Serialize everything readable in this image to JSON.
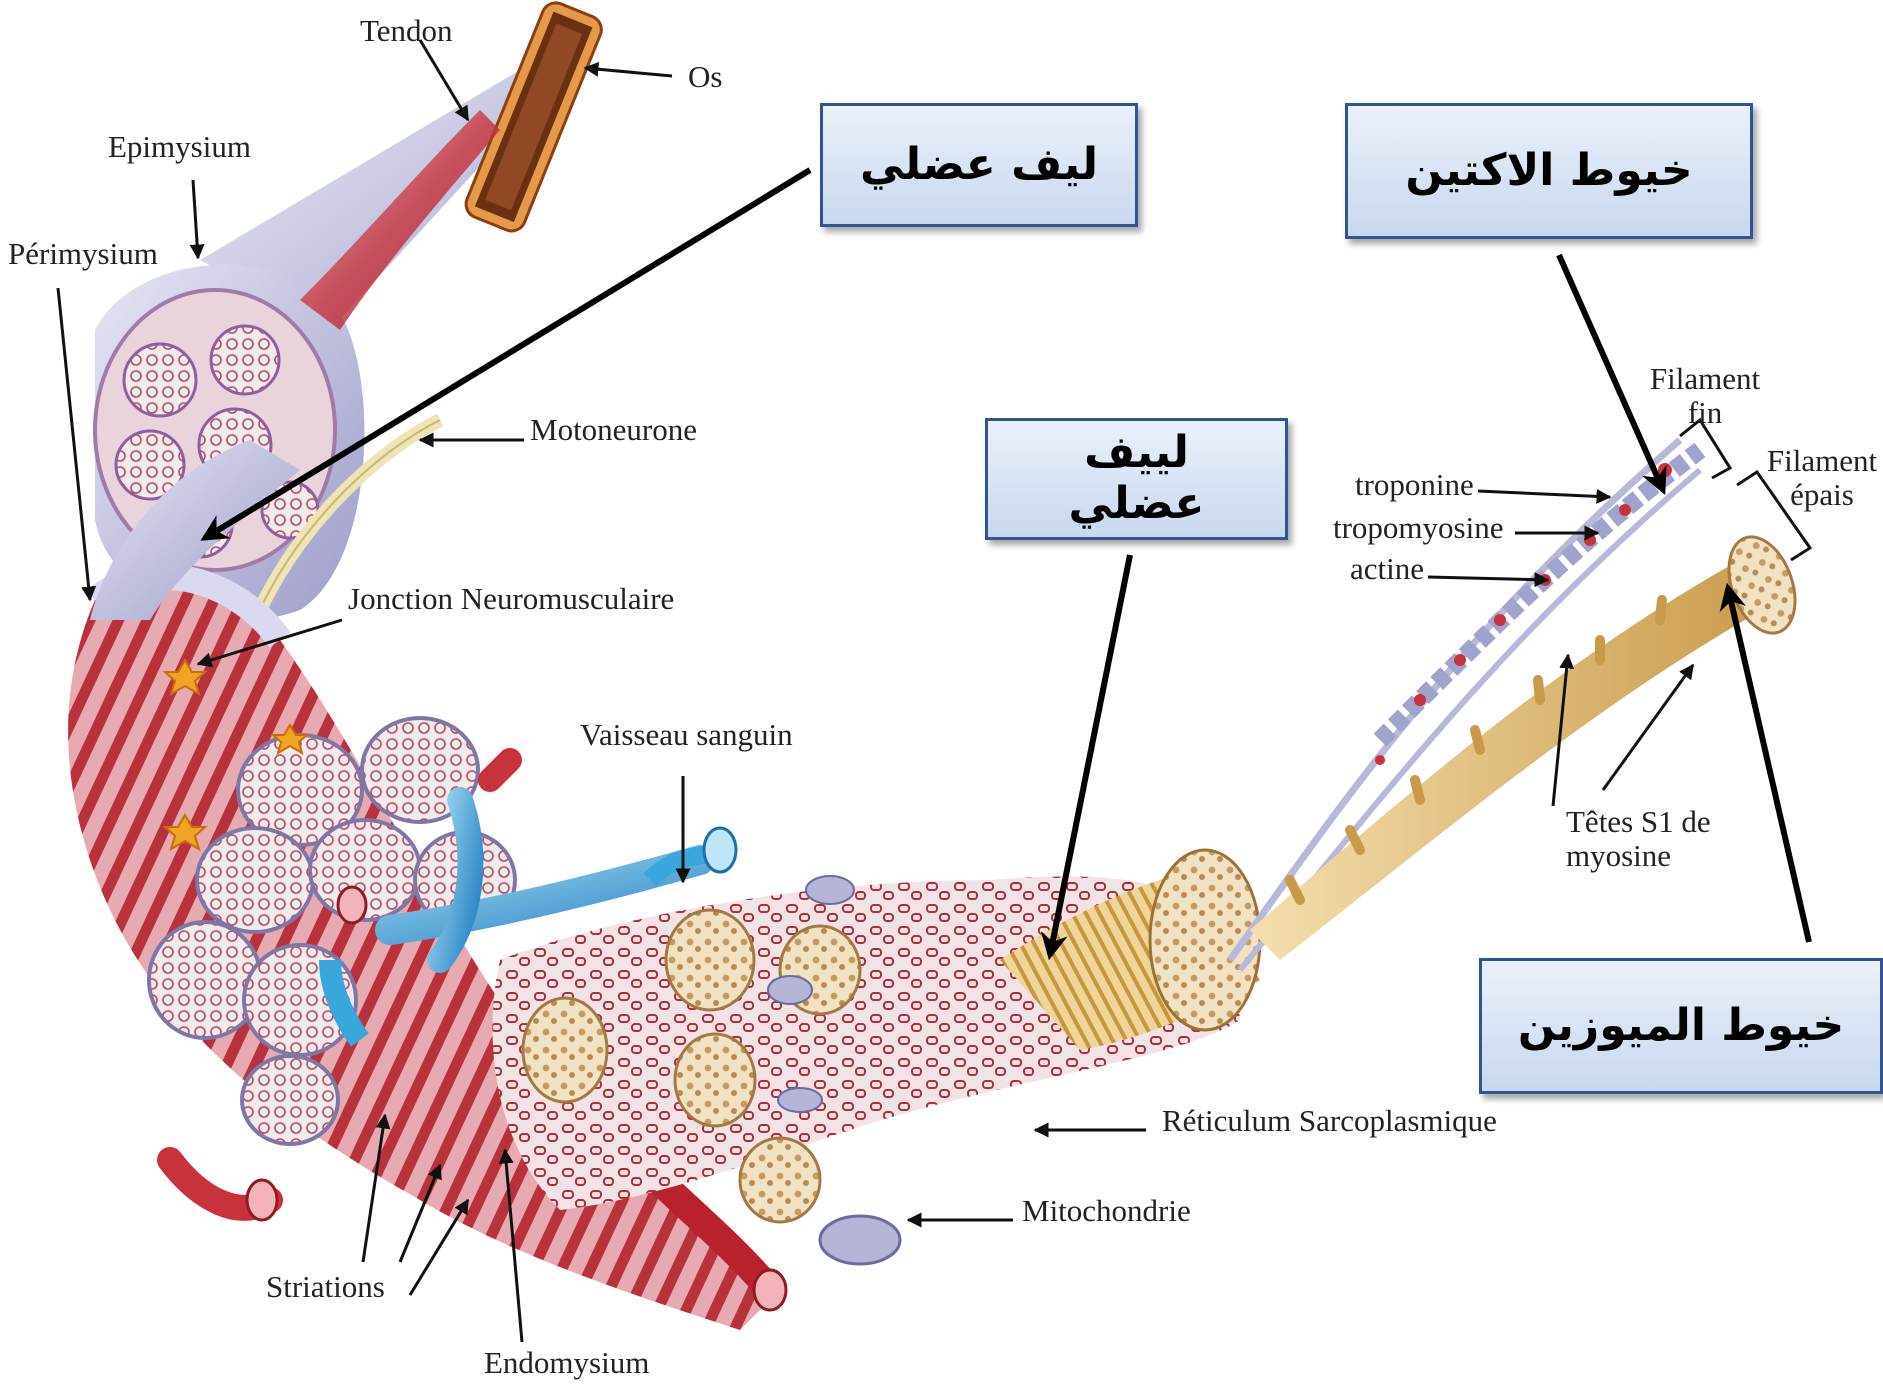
{
  "labels": {
    "tendon": "Tendon",
    "os": "Os",
    "epimysium": "Epimysium",
    "perimysium": "Périmysium",
    "motoneurone": "Motoneurone",
    "jonction": "Jonction Neuromusculaire",
    "vaisseau": "Vaisseau sanguin",
    "troponine": "troponine",
    "tropomyosine": "tropomyosine",
    "actine": "actine",
    "filament_fin": "Filament fin",
    "filament_epais": "Filament épais",
    "tetes": "Têtes S1 de myosine",
    "reticulum": "Réticulum Sarcoplasmique",
    "mitochondrie": "Mitochondrie",
    "striations": "Striations",
    "endomysium": "Endomysium"
  },
  "callouts": {
    "fibre_top": "ليف عضلي",
    "actine_ar": "خيوط الاكتين",
    "fibre_mid": "لييف عضلي",
    "myosine_ar": "خيوط الميوزين"
  },
  "colors": {
    "muscle_red": "#c8323c",
    "fascia_lavender": "#c9c9e6",
    "vessel_blue": "#3aa7dc",
    "myofibril_tan": "#d8b26a",
    "callout_border": "#2f5597"
  }
}
